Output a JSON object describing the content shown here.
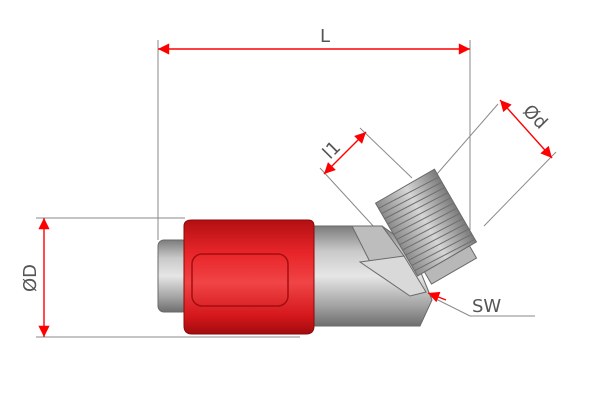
{
  "dimensions": {
    "length": "L",
    "outer_diameter": "ØD",
    "inner_diameter": "Ød",
    "thread_length": "l1",
    "wrench_size": "SW"
  },
  "colors": {
    "sleeve_red": "#e4161a",
    "body_grey": "#a8a8a8",
    "arrow_red": "#ff0000",
    "line_grey": "#8a8a8a",
    "text_grey": "#555555"
  }
}
